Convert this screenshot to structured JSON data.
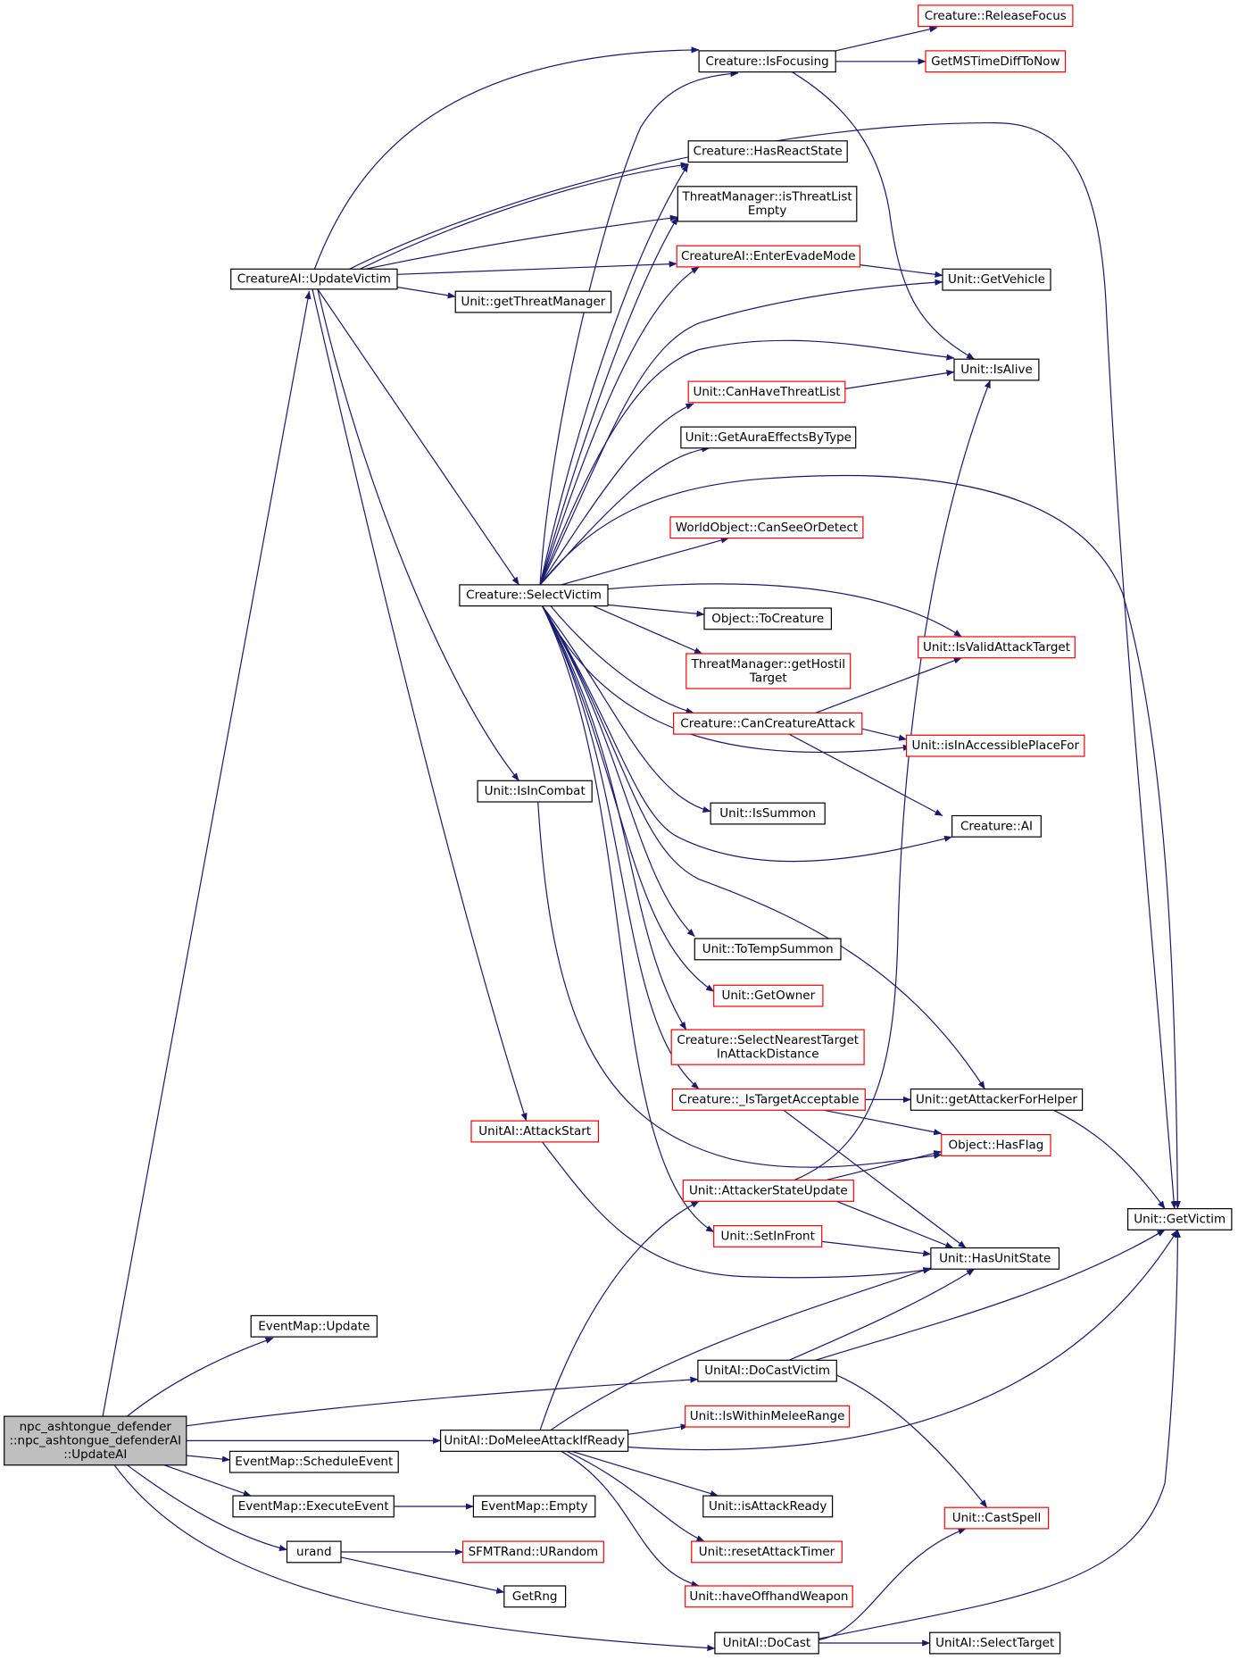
{
  "graph": {
    "colors": {
      "edge": "#191970",
      "box_black": "#000000",
      "box_red": "#ff0000",
      "root_fill": "#bfbfbf",
      "box_fill": "#ffffff"
    },
    "nodes": [
      {
        "id": "root",
        "lines": [
          "npc_ashtongue_defender",
          "::npc_ashtongue_defenderAI",
          "::UpdateAI"
        ],
        "style": "root"
      },
      {
        "id": "updatevictim",
        "lines": [
          "CreatureAI::UpdateVictim"
        ],
        "style": "black"
      },
      {
        "id": "isfocusing",
        "lines": [
          "Creature::IsFocusing"
        ],
        "style": "black"
      },
      {
        "id": "releasefocus",
        "lines": [
          "Creature::ReleaseFocus"
        ],
        "style": "red"
      },
      {
        "id": "getmstime",
        "lines": [
          "GetMSTimeDiffToNow"
        ],
        "style": "red"
      },
      {
        "id": "hasreactstate",
        "lines": [
          "Creature::HasReactState"
        ],
        "style": "black"
      },
      {
        "id": "isthreatempty",
        "lines": [
          "ThreatManager::isThreatList",
          "Empty"
        ],
        "style": "black"
      },
      {
        "id": "enterevade",
        "lines": [
          "CreatureAI::EnterEvadeMode"
        ],
        "style": "red"
      },
      {
        "id": "getvehicle",
        "lines": [
          "Unit::GetVehicle"
        ],
        "style": "black"
      },
      {
        "id": "getthreatmgr",
        "lines": [
          "Unit::getThreatManager"
        ],
        "style": "black"
      },
      {
        "id": "isalive",
        "lines": [
          "Unit::IsAlive"
        ],
        "style": "black"
      },
      {
        "id": "canhavethreat",
        "lines": [
          "Unit::CanHaveThreatList"
        ],
        "style": "red"
      },
      {
        "id": "getauraeffects",
        "lines": [
          "Unit::GetAuraEffectsByType"
        ],
        "style": "black"
      },
      {
        "id": "canseeordetect",
        "lines": [
          "WorldObject::CanSeeOrDetect"
        ],
        "style": "red"
      },
      {
        "id": "selectvictim",
        "lines": [
          "Creature::SelectVictim"
        ],
        "style": "black"
      },
      {
        "id": "tocreature",
        "lines": [
          "Object::ToCreature"
        ],
        "style": "black"
      },
      {
        "id": "isvalidattack",
        "lines": [
          "Unit::IsValidAttackTarget"
        ],
        "style": "red"
      },
      {
        "id": "gethostile",
        "lines": [
          "ThreatManager::getHostil",
          "Target"
        ],
        "style": "red"
      },
      {
        "id": "cancreatureattack",
        "lines": [
          "Creature::CanCreatureAttack"
        ],
        "style": "red"
      },
      {
        "id": "isinaccessible",
        "lines": [
          "Unit::isInAccessiblePlaceFor"
        ],
        "style": "red"
      },
      {
        "id": "isincombat",
        "lines": [
          "Unit::IsInCombat"
        ],
        "style": "black"
      },
      {
        "id": "issummon",
        "lines": [
          "Unit::IsSummon"
        ],
        "style": "black"
      },
      {
        "id": "creatureai",
        "lines": [
          "Creature::AI"
        ],
        "style": "black"
      },
      {
        "id": "totempsummon",
        "lines": [
          "Unit::ToTempSummon"
        ],
        "style": "black"
      },
      {
        "id": "getowner",
        "lines": [
          "Unit::GetOwner"
        ],
        "style": "red"
      },
      {
        "id": "selectnearest",
        "lines": [
          "Creature::SelectNearestTarget",
          "InAttackDistance"
        ],
        "style": "red"
      },
      {
        "id": "istargetacceptable",
        "lines": [
          "Creature::_IsTargetAcceptable"
        ],
        "style": "red"
      },
      {
        "id": "getattackerforhelper",
        "lines": [
          "Unit::getAttackerForHelper"
        ],
        "style": "black"
      },
      {
        "id": "attackstart",
        "lines": [
          "UnitAI::AttackStart"
        ],
        "style": "red"
      },
      {
        "id": "hasflag",
        "lines": [
          "Object::HasFlag"
        ],
        "style": "red"
      },
      {
        "id": "attackerstateupdate",
        "lines": [
          "Unit::AttackerStateUpdate"
        ],
        "style": "red"
      },
      {
        "id": "getvictim",
        "lines": [
          "Unit::GetVictim"
        ],
        "style": "black"
      },
      {
        "id": "setinfront",
        "lines": [
          "Unit::SetInFront"
        ],
        "style": "red"
      },
      {
        "id": "hasunitstate",
        "lines": [
          "Unit::HasUnitState"
        ],
        "style": "black"
      },
      {
        "id": "eventmapupdate",
        "lines": [
          "EventMap::Update"
        ],
        "style": "black"
      },
      {
        "id": "docastvictim",
        "lines": [
          "UnitAI::DoCastVictim"
        ],
        "style": "black"
      },
      {
        "id": "iswithinmelee",
        "lines": [
          "Unit::IsWithinMeleeRange"
        ],
        "style": "red"
      },
      {
        "id": "domelee",
        "lines": [
          "UnitAI::DoMeleeAttackIfReady"
        ],
        "style": "black"
      },
      {
        "id": "scheduleevent",
        "lines": [
          "EventMap::ScheduleEvent"
        ],
        "style": "black"
      },
      {
        "id": "executeevent",
        "lines": [
          "EventMap::ExecuteEvent"
        ],
        "style": "black"
      },
      {
        "id": "eventmapempty",
        "lines": [
          "EventMap::Empty"
        ],
        "style": "black"
      },
      {
        "id": "isattackready",
        "lines": [
          "Unit::isAttackReady"
        ],
        "style": "black"
      },
      {
        "id": "castspell",
        "lines": [
          "Unit::CastSpell"
        ],
        "style": "red"
      },
      {
        "id": "urand",
        "lines": [
          "urand"
        ],
        "style": "black"
      },
      {
        "id": "sfmt",
        "lines": [
          "SFMTRand::URandom"
        ],
        "style": "red"
      },
      {
        "id": "resetattacktimer",
        "lines": [
          "Unit::resetAttackTimer"
        ],
        "style": "red"
      },
      {
        "id": "getrng",
        "lines": [
          "GetRng"
        ],
        "style": "black"
      },
      {
        "id": "haveoffhand",
        "lines": [
          "Unit::haveOffhandWeapon"
        ],
        "style": "red"
      },
      {
        "id": "docast",
        "lines": [
          "UnitAI::DoCast"
        ],
        "style": "black"
      },
      {
        "id": "selecttarget",
        "lines": [
          "UnitAI::SelectTarget"
        ],
        "style": "black"
      }
    ]
  }
}
